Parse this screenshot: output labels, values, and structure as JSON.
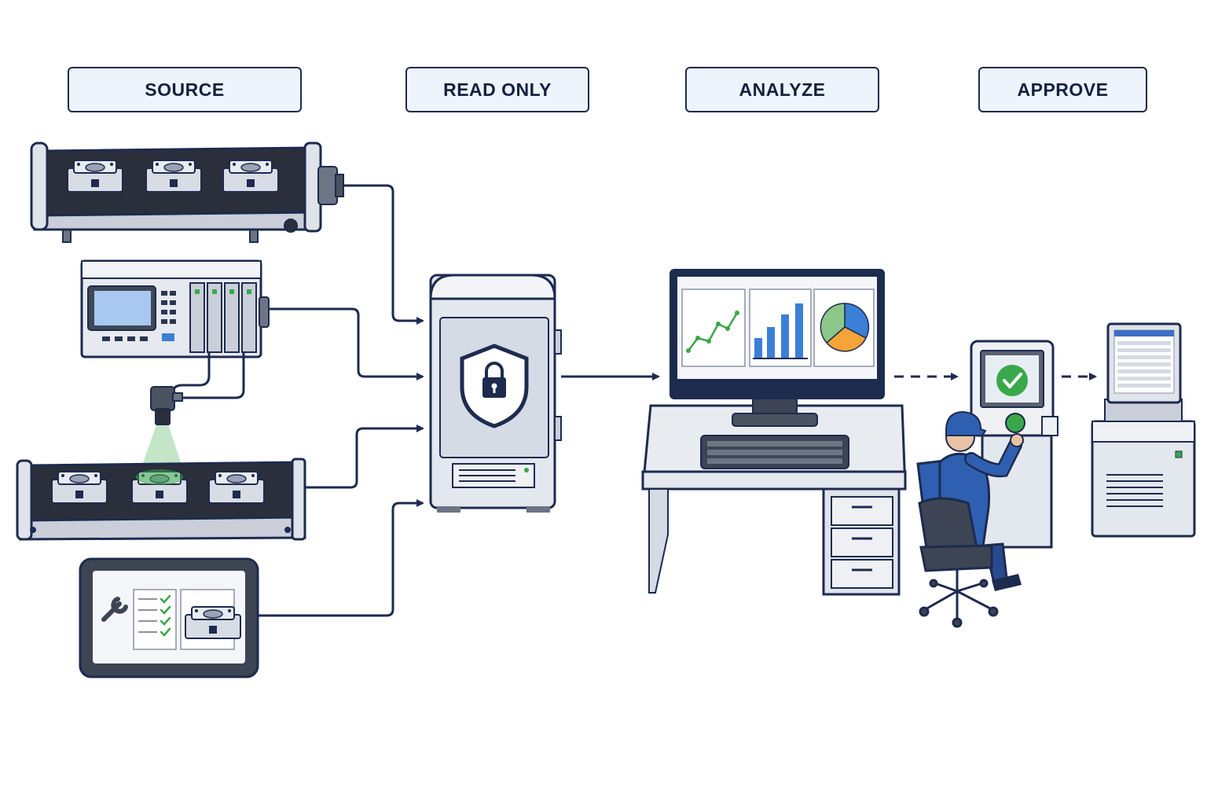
{
  "stages": [
    {
      "label": "SOURCE"
    },
    {
      "label": "READ ONLY"
    },
    {
      "label": "ANALYZE"
    },
    {
      "label": "APPROVE"
    }
  ],
  "colors": {
    "navy": "#1d2b4f",
    "label_fill": "#eef4fc",
    "metal": "#c9ced8",
    "screen_blue": "#a8c8f0",
    "accent_green": "#3aa84a",
    "chart_blue": "#3b7fd6",
    "chart_orange": "#f5a43a",
    "worker_blue": "#2f5fb0"
  },
  "icons": [
    "conveyor-icon",
    "plc-controller-icon",
    "vision-camera-icon",
    "tablet-checklist-icon",
    "secure-server-icon",
    "shield-lock-icon",
    "analytics-monitor-icon",
    "approval-kiosk-icon",
    "check-icon",
    "mes-terminal-icon",
    "operator-icon"
  ]
}
